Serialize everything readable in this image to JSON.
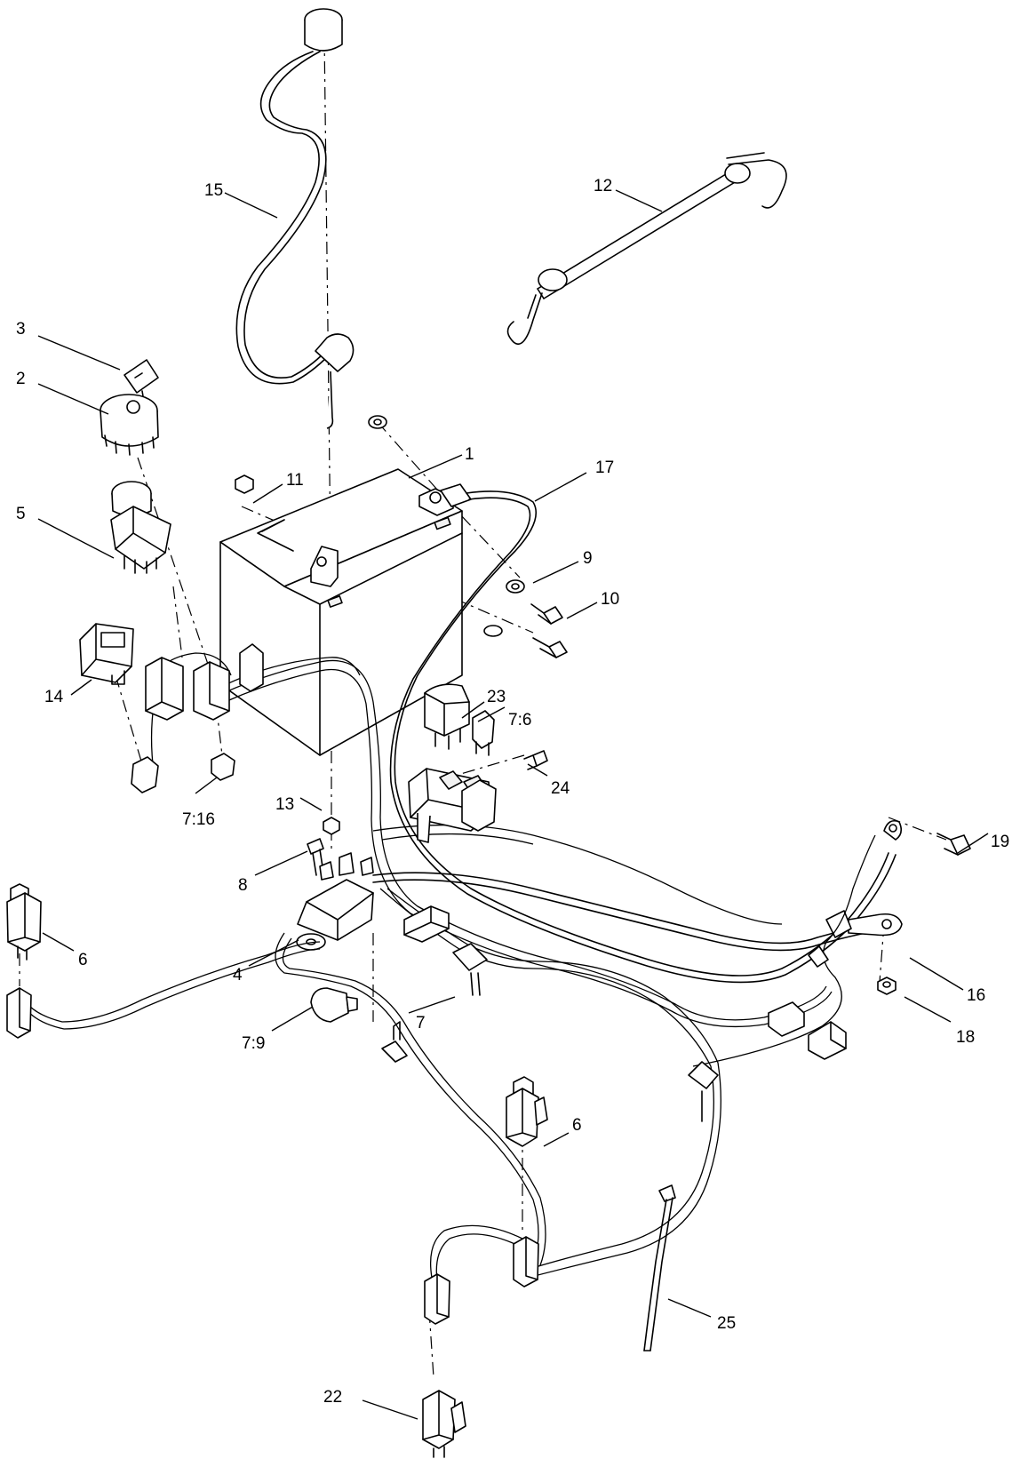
{
  "callouts": [
    {
      "id": "c15",
      "text": "15"
    },
    {
      "id": "c12",
      "text": "12"
    },
    {
      "id": "c3",
      "text": "3"
    },
    {
      "id": "c2",
      "text": "2"
    },
    {
      "id": "c1",
      "text": "1"
    },
    {
      "id": "c17",
      "text": "17"
    },
    {
      "id": "c11",
      "text": "11"
    },
    {
      "id": "c5",
      "text": "5"
    },
    {
      "id": "c9",
      "text": "9"
    },
    {
      "id": "c10",
      "text": "10"
    },
    {
      "id": "c14",
      "text": "14"
    },
    {
      "id": "c23",
      "text": "23"
    },
    {
      "id": "c7_6",
      "text": "7:6"
    },
    {
      "id": "c24",
      "text": "24"
    },
    {
      "id": "c7_16",
      "text": "7:16"
    },
    {
      "id": "c13",
      "text": "13"
    },
    {
      "id": "c19",
      "text": "19"
    },
    {
      "id": "c8",
      "text": "8"
    },
    {
      "id": "c6a",
      "text": "6"
    },
    {
      "id": "c4",
      "text": "4"
    },
    {
      "id": "c16",
      "text": "16"
    },
    {
      "id": "c7",
      "text": "7"
    },
    {
      "id": "c18",
      "text": "18"
    },
    {
      "id": "c7_9",
      "text": "7:9"
    },
    {
      "id": "c6b",
      "text": "6"
    },
    {
      "id": "c25",
      "text": "25"
    },
    {
      "id": "c22",
      "text": "22"
    }
  ]
}
